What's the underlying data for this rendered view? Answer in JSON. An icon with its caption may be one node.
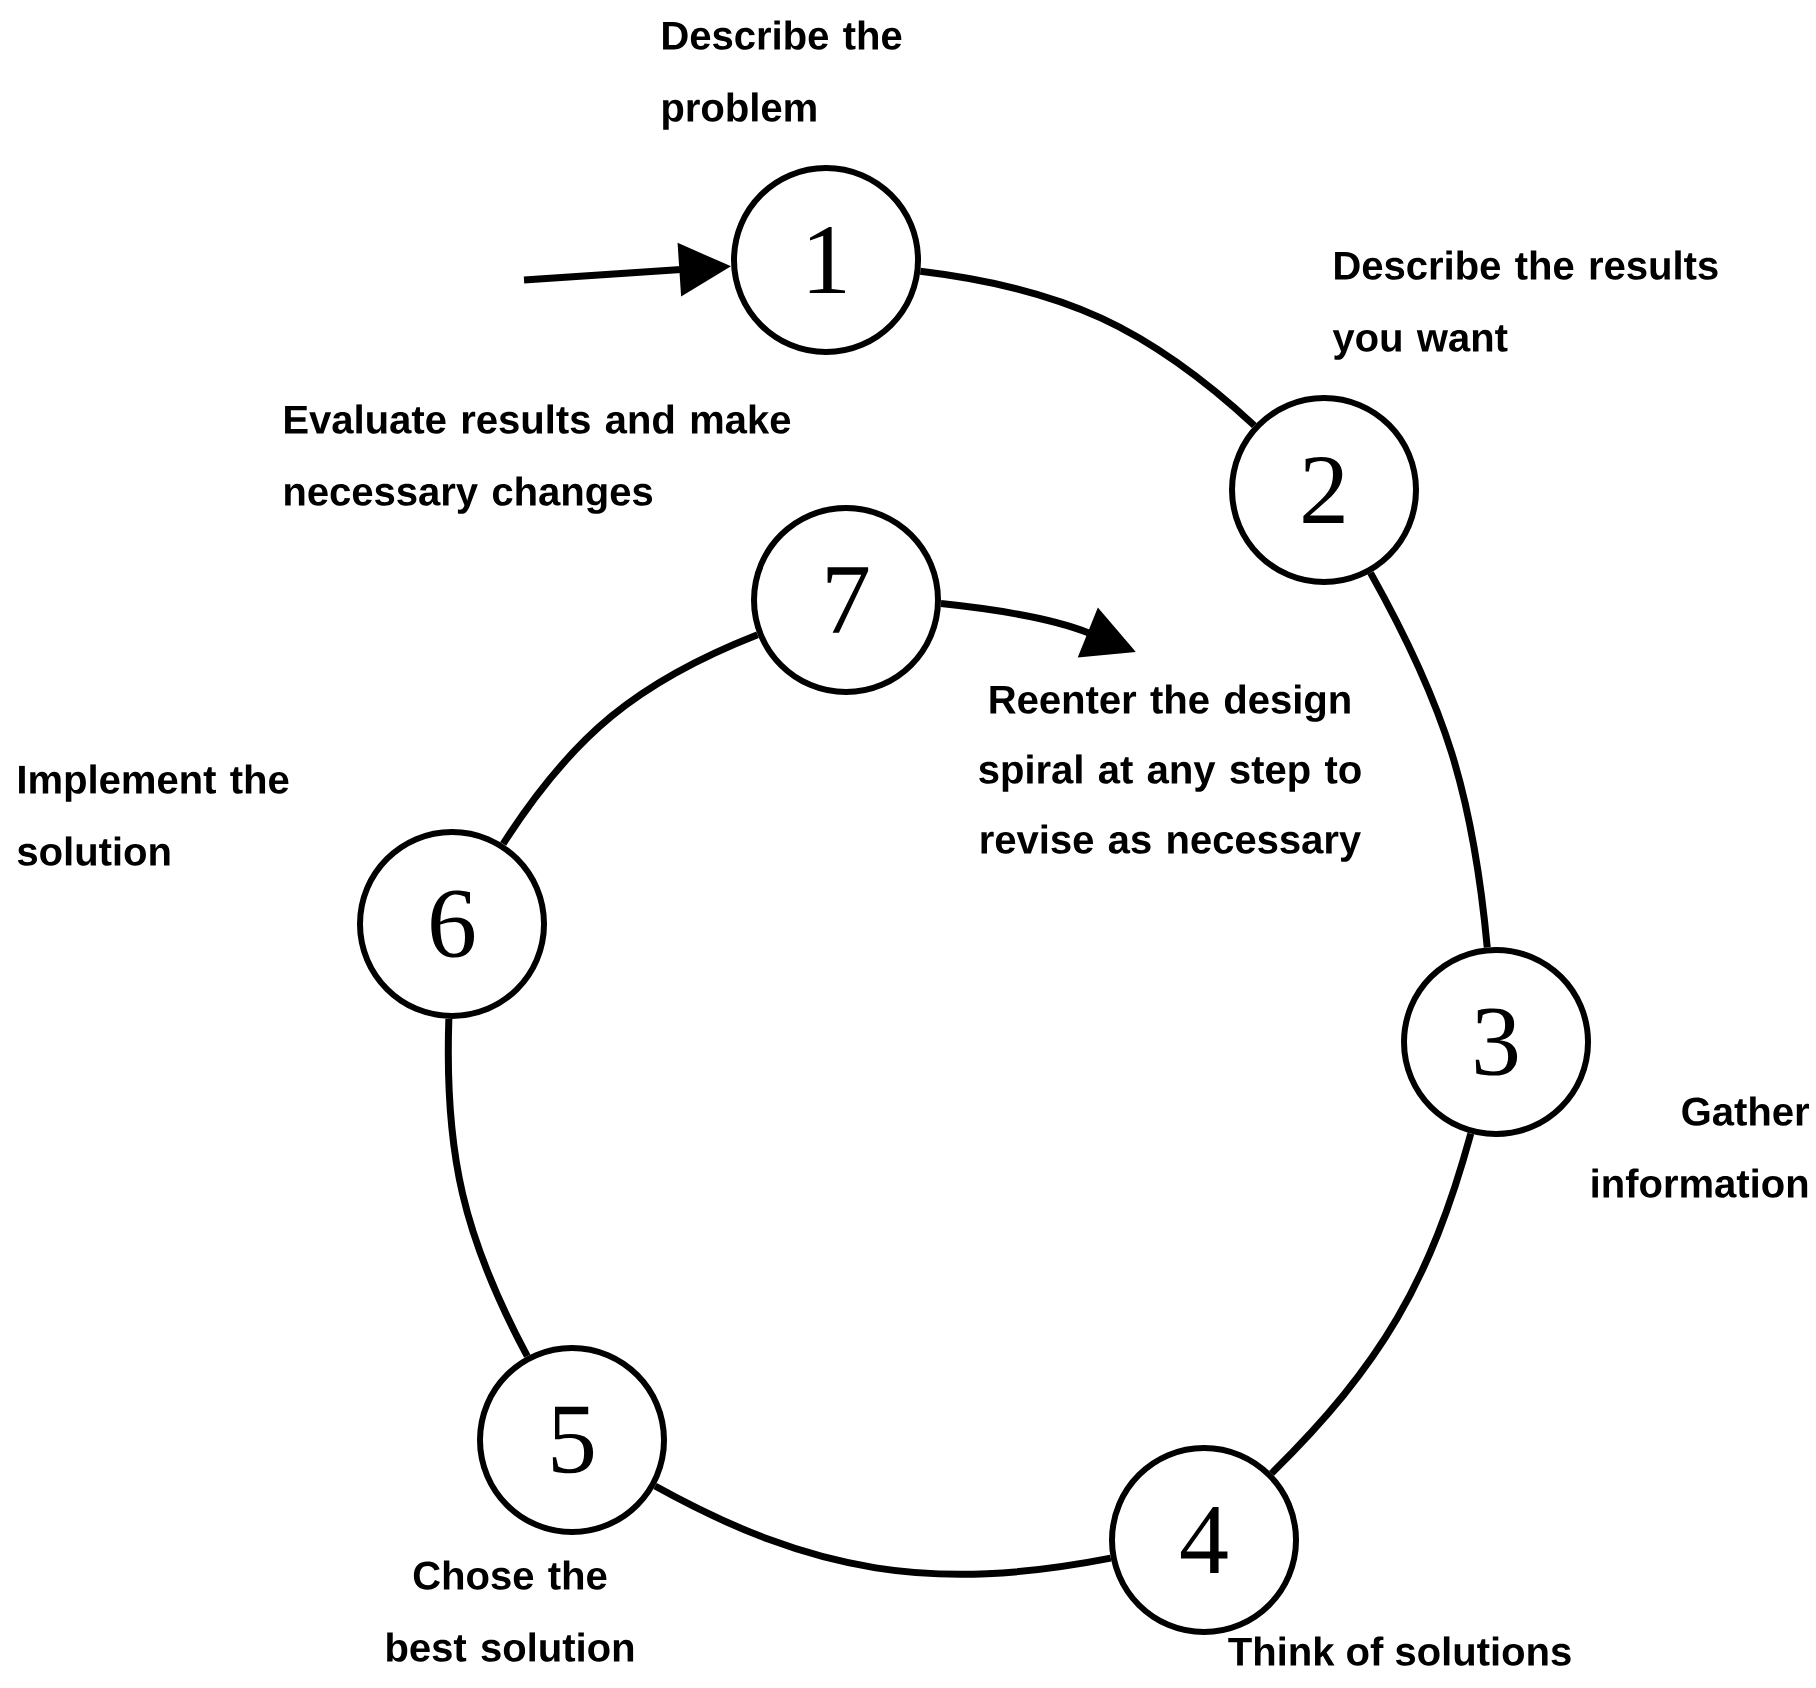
{
  "diagram": {
    "nodes": [
      {
        "text": [
          "1"
        ],
        "beside": [
          "Describe the problem"
        ]
      },
      {
        "text": [
          "2"
        ],
        "beside": [
          "Describe the results you want"
        ]
      },
      {
        "text": [
          "3"
        ],
        "beside": [
          "Gather information"
        ]
      },
      {
        "text": [
          "4"
        ],
        "beside": [
          "Think of solutions"
        ]
      },
      {
        "text": [
          "5"
        ],
        "beside": [
          "Chose the best solution"
        ]
      },
      {
        "text": [
          "6"
        ],
        "beside": [
          "Implement the solution"
        ]
      },
      {
        "text": [
          "7"
        ],
        "beside": [
          "Evaluate results and make necessary changes"
        ]
      }
    ],
    "edges": [
      {
        "from": null,
        "to": 0,
        "arrow": "to"
      },
      {
        "from": 0,
        "to": 1,
        "arrow": "none"
      },
      {
        "from": 1,
        "to": 2,
        "arrow": "none"
      },
      {
        "from": 2,
        "to": 3,
        "arrow": "none"
      },
      {
        "from": 3,
        "to": 4,
        "arrow": "none"
      },
      {
        "from": 4,
        "to": 5,
        "arrow": "none"
      },
      {
        "from": 5,
        "to": 6,
        "arrow": "none"
      },
      {
        "from": 6,
        "to": null,
        "arrow": "to"
      }
    ],
    "labels": [
      "Reenter the design spiral at any step to revise as necessary"
    ]
  }
}
